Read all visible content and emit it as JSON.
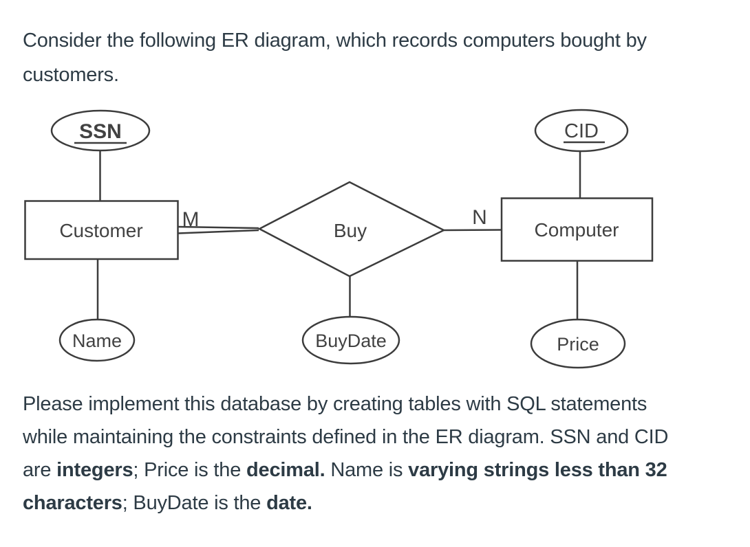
{
  "page": {
    "background": "#ffffff",
    "text_color": "#2d3b45",
    "diagram_stroke": "#3c3c3c"
  },
  "intro": {
    "lines": [
      "Consider the following ER diagram, which records computers bought by",
      "customers."
    ]
  },
  "diagram": {
    "type": "er-diagram",
    "entities": [
      {
        "id": "customer",
        "label": "Customer"
      },
      {
        "id": "computer",
        "label": "Computer"
      }
    ],
    "relationship": {
      "label": "Buy",
      "left_cardinality": "M",
      "right_cardinality": "N",
      "left_connection": "double-line",
      "right_connection": "single-line"
    },
    "attributes": [
      {
        "label": "SSN",
        "of": "Customer",
        "key": true
      },
      {
        "label": "Name",
        "of": "Customer",
        "key": false
      },
      {
        "label": "BuyDate",
        "of": "Buy",
        "key": false
      },
      {
        "label": "CID",
        "of": "Computer",
        "key": true
      },
      {
        "label": "Price",
        "of": "Computer",
        "key": false
      }
    ]
  },
  "question": {
    "lines": [
      {
        "parts": [
          {
            "text": "Please implement this database by creating tables with SQL statements",
            "bold": false
          }
        ]
      },
      {
        "parts": [
          {
            "text": "while maintaining the constraints defined in the ER diagram. SSN and CID",
            "bold": false
          }
        ]
      },
      {
        "parts": [
          {
            "text": "are ",
            "bold": false
          },
          {
            "text": "integers",
            "bold": true
          },
          {
            "text": "; Price is the ",
            "bold": false
          },
          {
            "text": "decimal.",
            "bold": true
          },
          {
            "text": " Name is ",
            "bold": false
          },
          {
            "text": "varying strings less than 32",
            "bold": true
          }
        ]
      },
      {
        "parts": [
          {
            "text": "characters",
            "bold": true
          },
          {
            "text": "; BuyDate is the ",
            "bold": false
          },
          {
            "text": "date.",
            "bold": true
          }
        ]
      }
    ]
  }
}
